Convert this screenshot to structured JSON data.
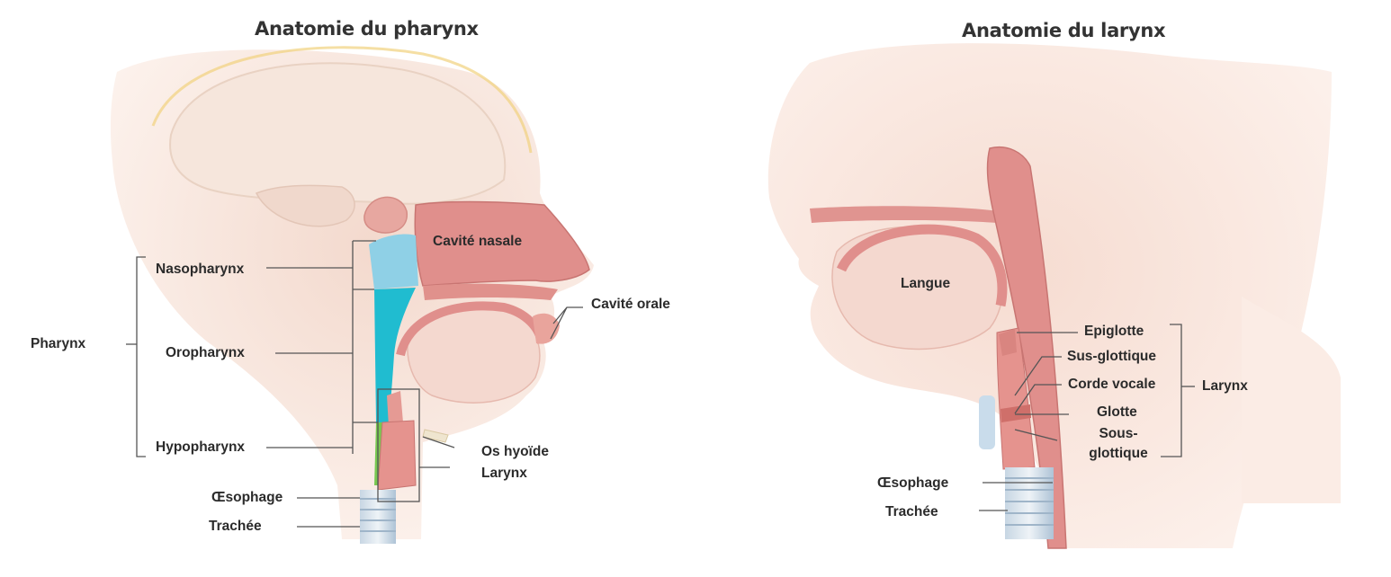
{
  "pharynx_panel": {
    "title": "Anatomie du pharynx",
    "labels": {
      "pharynx": "Pharynx",
      "nasopharynx": "Nasopharynx",
      "oropharynx": "Oropharynx",
      "hypopharynx": "Hypopharynx",
      "oesophage": "Œsophage",
      "trachee": "Trachée",
      "cavite_nasale": "Cavité nasale",
      "cavite_orale": "Cavité orale",
      "os_hyoide": "Os hyoïde",
      "larynx": "Larynx"
    }
  },
  "larynx_panel": {
    "title": "Anatomie du larynx",
    "labels": {
      "langue": "Langue",
      "epiglotte": "Epiglotte",
      "sus_glottique": "Sus-glottique",
      "corde_vocale": "Corde vocale",
      "glotte": "Glotte",
      "sous_glottique_1": "Sous-",
      "sous_glottique_2": "glottique",
      "larynx": "Larynx",
      "oesophage": "Œsophage",
      "trachee": "Trachée"
    }
  },
  "colors": {
    "skin": "#f6e4da",
    "tissue": "#e08f8c",
    "nasopharynx": "#8fd0e6",
    "oropharynx": "#20bcd0",
    "hypopharynx": "#78c850",
    "trachea": "#b9cfe0"
  }
}
